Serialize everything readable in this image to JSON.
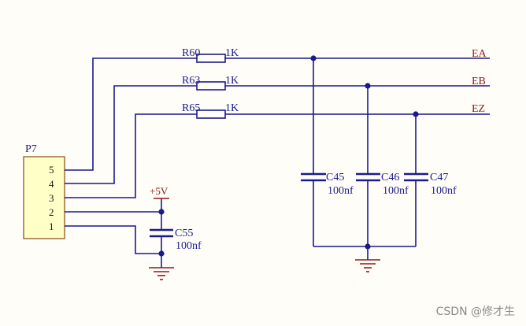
{
  "connector": {
    "ref": "P7",
    "pins": [
      "5",
      "4",
      "3",
      "2",
      "1"
    ]
  },
  "resistors": [
    {
      "ref": "R60",
      "value": "1K"
    },
    {
      "ref": "R63",
      "value": "1K"
    },
    {
      "ref": "R65",
      "value": "1K"
    }
  ],
  "capacitors": [
    {
      "ref": "C45",
      "value": "100nf"
    },
    {
      "ref": "C46",
      "value": "100nf"
    },
    {
      "ref": "C47",
      "value": "100nf"
    },
    {
      "ref": "C55",
      "value": "100nf"
    }
  ],
  "nets": [
    "EA",
    "EB",
    "EZ"
  ],
  "power": {
    "label": "+5V"
  },
  "watermark": "CSDN @修才生",
  "colors": {
    "wire": "#1a1a8c",
    "net_label": "#8b1a1a",
    "connector_fill": "#ffffc8",
    "background": "#fffdf8"
  }
}
